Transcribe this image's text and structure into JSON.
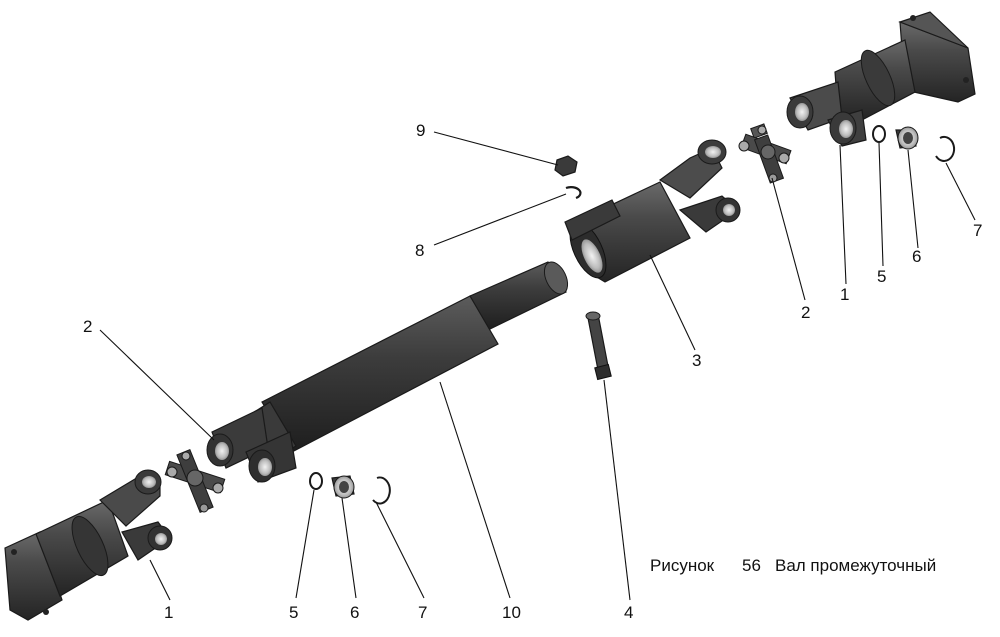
{
  "caption": {
    "figure": "Рисунок",
    "number": "56",
    "title": "Вал промежуточный"
  },
  "callouts": [
    {
      "id": "c9",
      "text": "9"
    },
    {
      "id": "c8",
      "text": "8"
    },
    {
      "id": "c7r",
      "text": "7"
    },
    {
      "id": "c6r",
      "text": "6"
    },
    {
      "id": "c5r",
      "text": "5"
    },
    {
      "id": "c1r",
      "text": "1"
    },
    {
      "id": "c2r",
      "text": "2"
    },
    {
      "id": "c3",
      "text": "3"
    },
    {
      "id": "c2l",
      "text": "2"
    },
    {
      "id": "c1l",
      "text": "1"
    },
    {
      "id": "c5l",
      "text": "5"
    },
    {
      "id": "c6l",
      "text": "6"
    },
    {
      "id": "c7l",
      "text": "7"
    },
    {
      "id": "c10",
      "text": "10"
    },
    {
      "id": "c4",
      "text": "4"
    }
  ]
}
